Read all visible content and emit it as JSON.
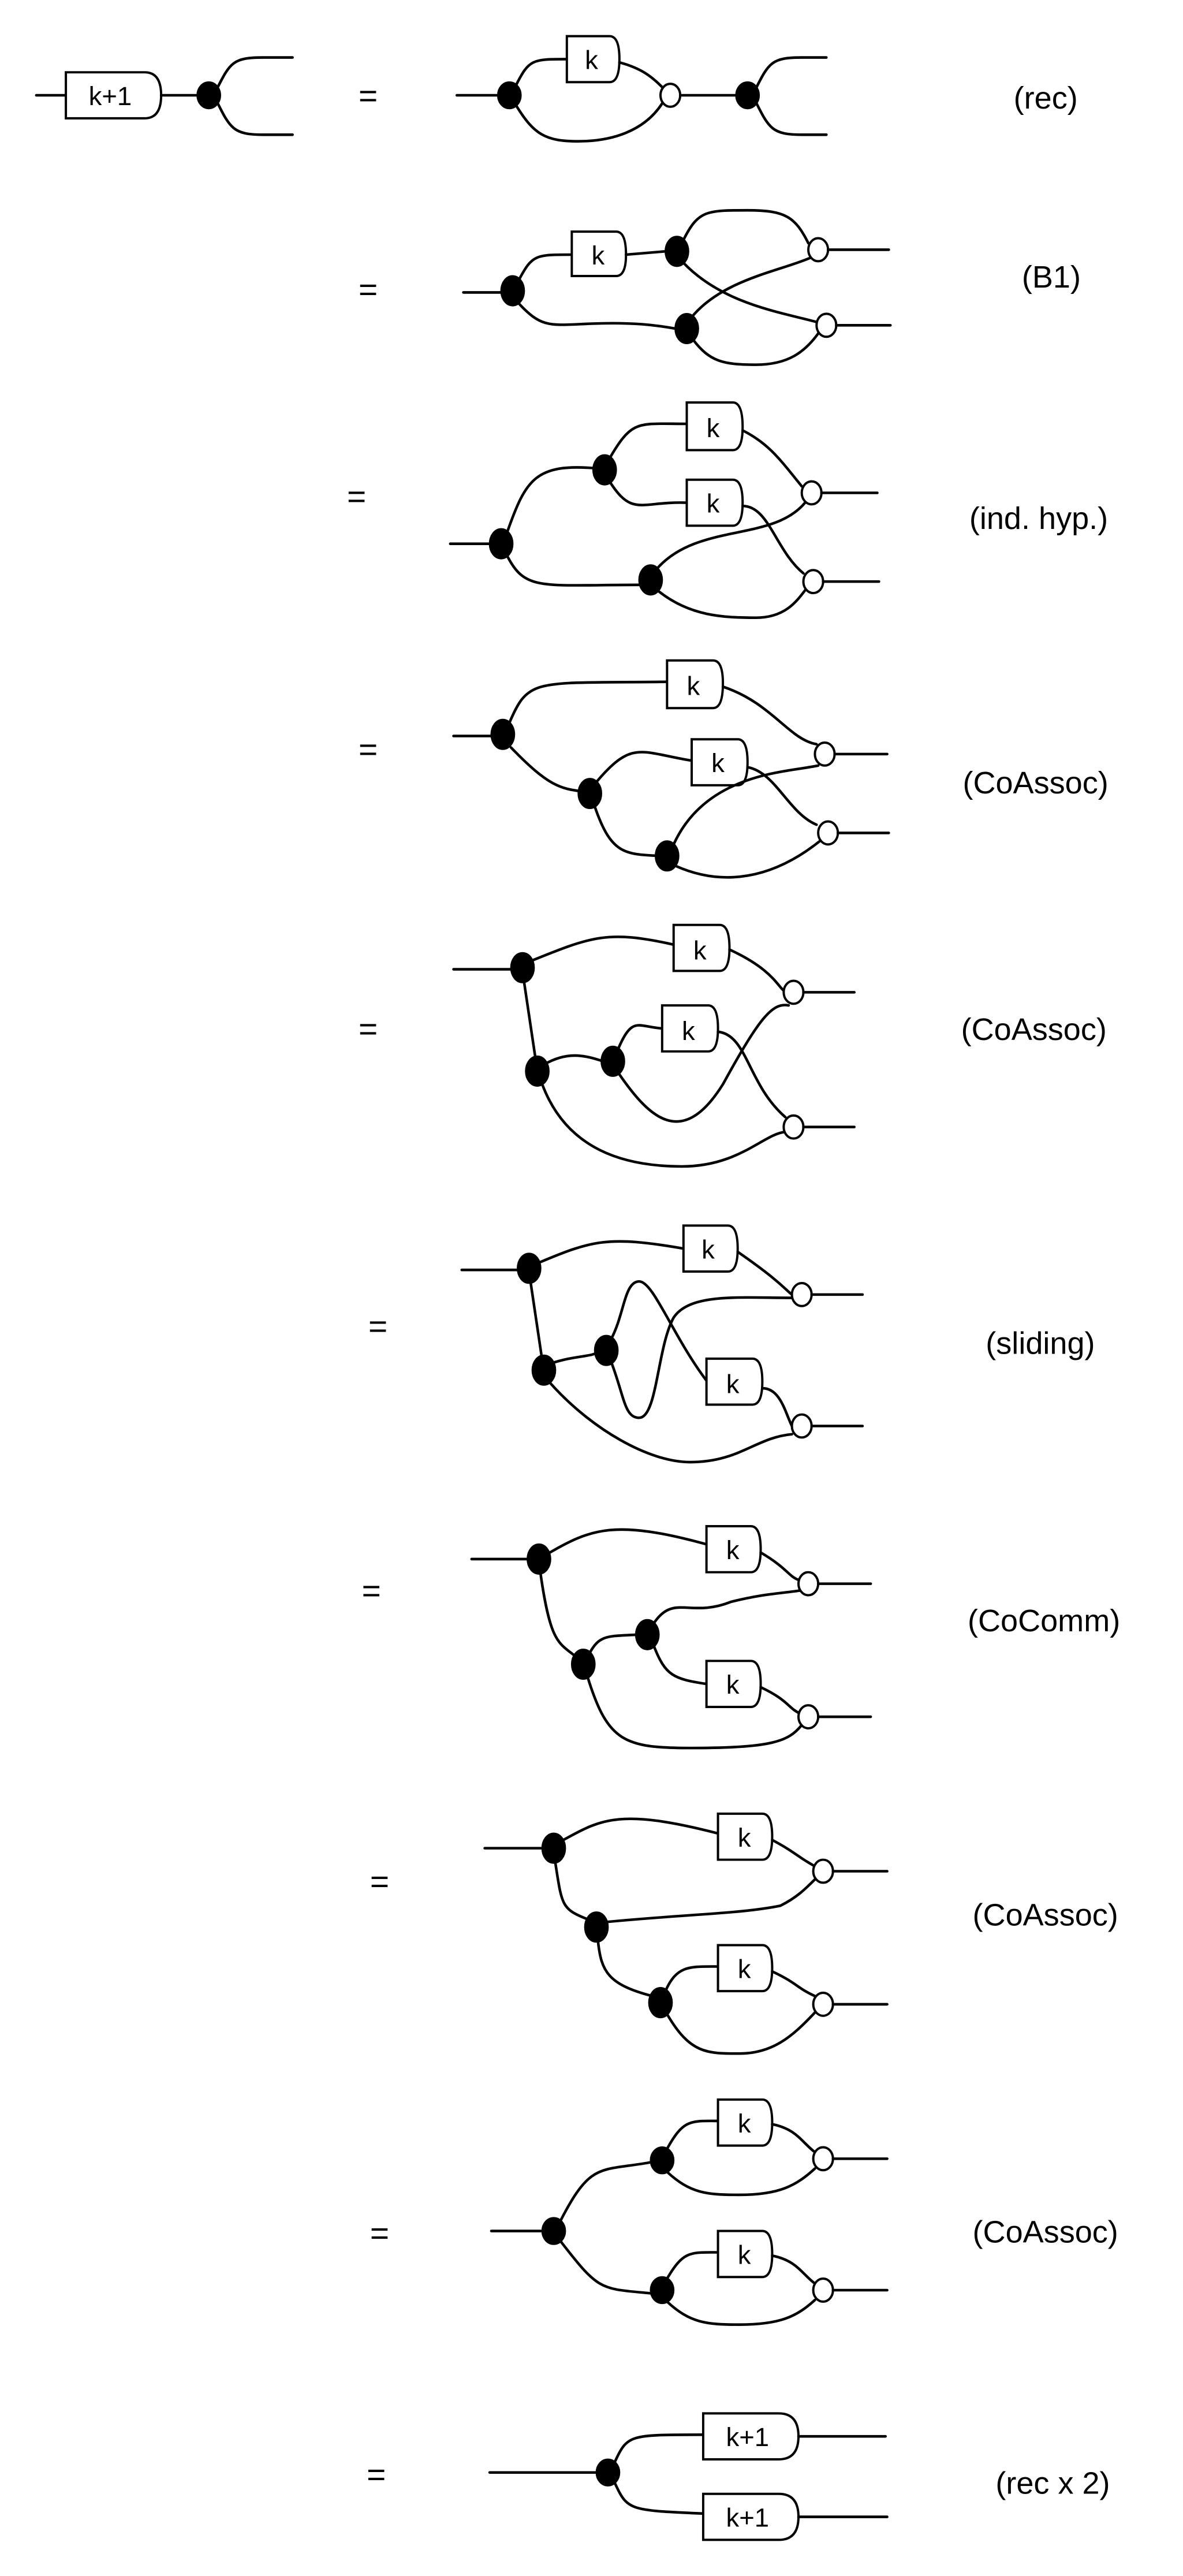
{
  "figure": {
    "description": "String-diagram derivation proving a bialgebra identity by induction on k",
    "colors": {
      "stroke": "#000000",
      "black_node": "#000000",
      "white_node": "#ffffff",
      "background": "#ffffff"
    },
    "lhs": {
      "box_label": "k+1"
    },
    "equals_sign": "=",
    "steps": [
      {
        "id": "rec",
        "justification": "(rec)",
        "boxes": [
          "k"
        ]
      },
      {
        "id": "b1",
        "justification": "(B1)",
        "boxes": [
          "k"
        ]
      },
      {
        "id": "ind-hyp",
        "justification": "(ind. hyp.)",
        "boxes": [
          "k",
          "k"
        ]
      },
      {
        "id": "coassoc-1",
        "justification": "(CoAssoc)",
        "boxes": [
          "k",
          "k"
        ]
      },
      {
        "id": "coassoc-2",
        "justification": "(CoAssoc)",
        "boxes": [
          "k",
          "k"
        ]
      },
      {
        "id": "sliding",
        "justification": "(sliding)",
        "boxes": [
          "k",
          "k"
        ]
      },
      {
        "id": "cocomm",
        "justification": "(CoComm)",
        "boxes": [
          "k",
          "k"
        ]
      },
      {
        "id": "coassoc-3",
        "justification": "(CoAssoc)",
        "boxes": [
          "k",
          "k"
        ]
      },
      {
        "id": "coassoc-4",
        "justification": "(CoAssoc)",
        "boxes": [
          "k",
          "k"
        ]
      },
      {
        "id": "rec-x2",
        "justification": "(rec x 2)",
        "boxes": [
          "k+1",
          "k+1"
        ]
      }
    ]
  }
}
